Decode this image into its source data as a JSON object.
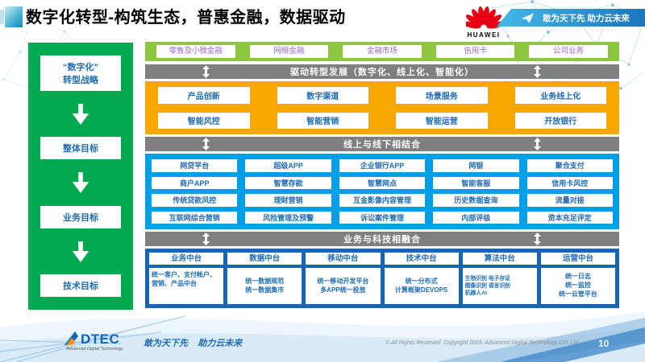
{
  "header": {
    "title": "数字化转型-构筑生态，普惠金融，数据驱动",
    "huawei_logo_text": "HUAWEI",
    "banner_slogan": "敢为天下先 助力云未来"
  },
  "sidebar": {
    "items": [
      "“数字化”\n转型战略",
      "整体目标",
      "业务目标",
      "技术目标"
    ]
  },
  "main": {
    "business_lines": [
      "零售及小微金融",
      "网络金融",
      "金融市场",
      "信用卡",
      "公司业务"
    ],
    "bar1": "驱动转型发展（数字化、线上化、智能化）",
    "transformation": [
      "产品创新",
      "数字渠道",
      "场景服务",
      "业务线上化",
      "智能风控",
      "智能营销",
      "智能运营",
      "开放银行"
    ],
    "bar2": "线上与线下相结合",
    "channels": [
      [
        "网贷平台",
        "超级APP",
        "企业银行APP",
        "网银",
        "聚合支付"
      ],
      [
        "商户APP",
        "智慧存款",
        "智慧网点",
        "智能客服",
        "信用卡风控"
      ],
      [
        "传统贷款风控",
        "理财营销",
        "互金影像内容管理",
        "历史数据查询",
        "流量对接"
      ],
      [
        "互联网综合营销",
        "风险管理及预警",
        "诉讼案件管理",
        "内部评级",
        "资本充足评定"
      ]
    ],
    "bar3": "业务与科技相融合",
    "platforms": [
      {
        "title": "业务中台",
        "desc": "统一客户、支付帐户、营销、产品中台"
      },
      {
        "title": "数据中台",
        "desc": "统一数据规范\n统一数据集市"
      },
      {
        "title": "移动中台",
        "desc": "统一移动开发平台\n多APP统一投放"
      },
      {
        "title": "技术中台",
        "desc": "统一分布式\n计算框架DEVOPS"
      },
      {
        "title": "算法中台",
        "desc": "生物识别 电子存证\n图像识别 语言识别\n机器人AI"
      },
      {
        "title": "运营中台",
        "desc": "统一日志\n统一监控\n统一云管平台"
      }
    ]
  },
  "footer": {
    "logo_text": "DTEC",
    "logo_subtitle": "Advanced Digital Technology",
    "slogan": "敢为天下先    助力云未来",
    "copyright": "© All Rights Reserved. Copyright 2019. Advanced Digital Technology CO.,Ltd",
    "page_number": "10"
  },
  "colors": {
    "sidebar_green": "#00a84f",
    "lime_green": "#8dc63f",
    "gold": "#f7a800",
    "gray_bar": "#7f7f7f",
    "cyan_blue": "#00a0e9",
    "dark_blue": "#1565b5",
    "text_blue": "#1e6cb5",
    "purple": "#9a68c8",
    "huawei_red": "#e60012",
    "banner_blue": "#1b75bb"
  }
}
